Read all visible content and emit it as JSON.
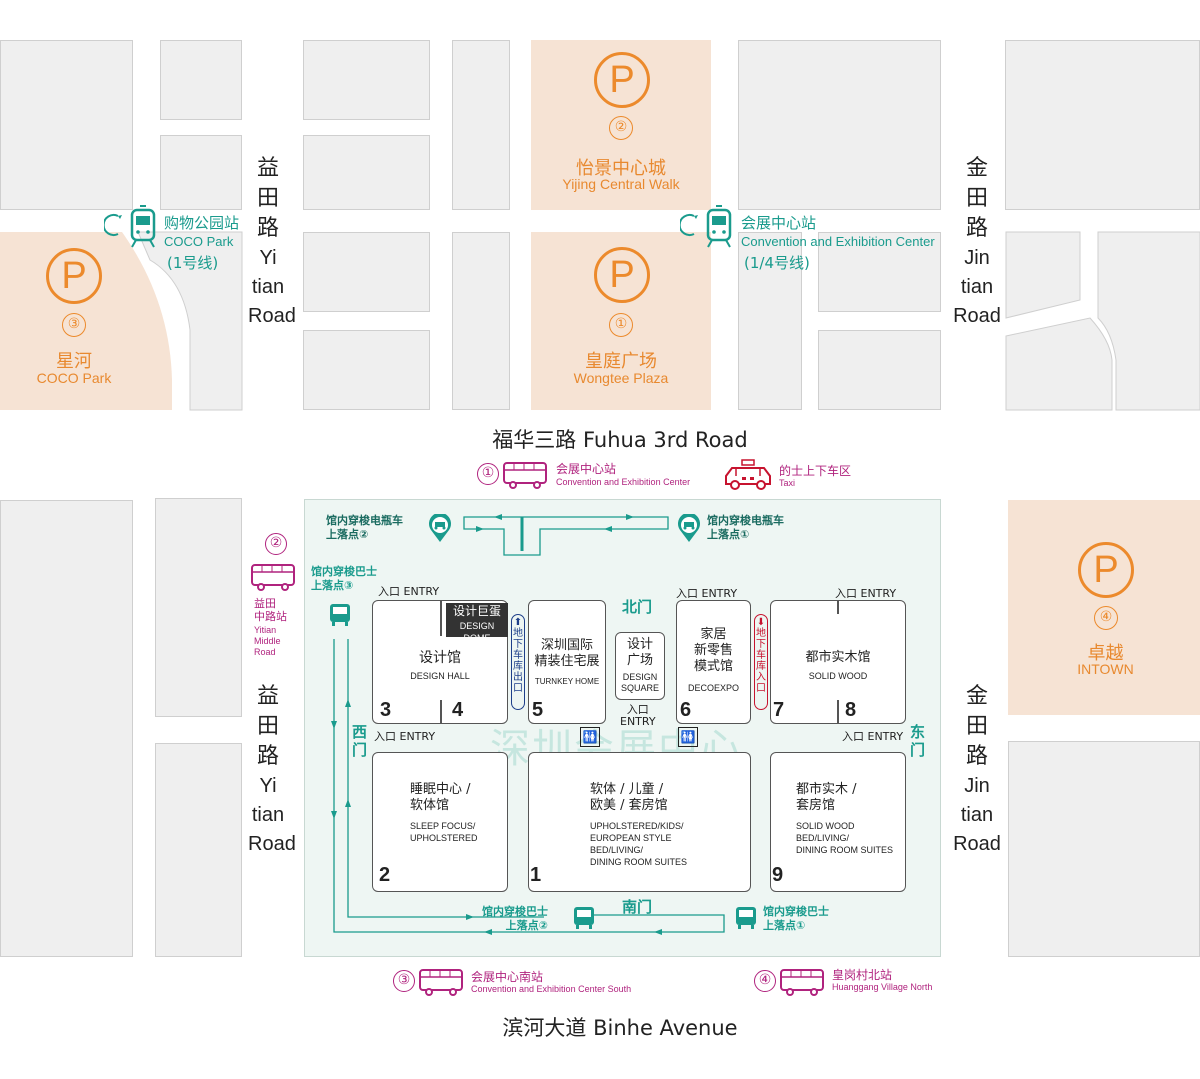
{
  "roads": {
    "fuhua": "福华三路 Fuhua 3rd Road",
    "binhe": "滨河大道 Binhe Avenue",
    "yitian_top": {
      "cn": [
        "益",
        "田",
        "路"
      ],
      "en": [
        "Yi",
        "tian",
        "Road"
      ]
    },
    "yitian_bottom": {
      "cn": [
        "益",
        "田",
        "路"
      ],
      "en": [
        "Yi",
        "tian",
        "Road"
      ]
    },
    "jintian_top": {
      "cn": [
        "金",
        "田",
        "路"
      ],
      "en": [
        "Jin",
        "tian",
        "Road"
      ]
    },
    "jintian_bottom": {
      "cn": [
        "金",
        "田",
        "路"
      ],
      "en": [
        "Jin",
        "tian",
        "Road"
      ]
    }
  },
  "parking": [
    {
      "num": "②",
      "cn": "怡景中心城",
      "en": "Yijing Central Walk"
    },
    {
      "num": "①",
      "cn": "皇庭广场",
      "en": "Wongtee Plaza"
    },
    {
      "num": "③",
      "cn": "星河",
      "en": "COCO Park"
    },
    {
      "num": "④",
      "cn": "卓越",
      "en": "INTOWN"
    }
  ],
  "parking_symbol": "P",
  "metro": [
    {
      "cn": "购物公园站",
      "en": "COCO Park",
      "line": "(1号线)"
    },
    {
      "cn": "会展中心站",
      "en": "Convention and Exhibition Center",
      "line": "(1/4号线)"
    }
  ],
  "bus_stops": [
    {
      "num": "①",
      "cn": "会展中心站",
      "en": "Convention and Exhibition Center"
    },
    {
      "num": "②",
      "cn": "益田\n中路站",
      "en": "Yitian\nMiddle\nRoad"
    },
    {
      "num": "③",
      "cn": "会展中心南站",
      "en": "Convention and Exhibition Center South"
    },
    {
      "num": "④",
      "cn": "皇岗村北站",
      "en": "Huanggang Village North"
    }
  ],
  "taxi": {
    "cn": "的士上下车区",
    "en": "Taxi"
  },
  "shuttle": {
    "ev1": "馆内穿梭电瓶车\n上落点①",
    "ev2": "馆内穿梭电瓶车\n上落点②",
    "bus1": "馆内穿梭巴士\n上落点①",
    "bus2": "馆内穿梭巴士\n上落点②",
    "bus3": "馆内穿梭巴士\n上落点③"
  },
  "gates": {
    "north": "北门",
    "south": "南门",
    "west": "西\n门",
    "east": "东\n门"
  },
  "garage": {
    "exit": "地下车库出口",
    "entrance": "地下车库入口"
  },
  "entry_label": "入口 ENTRY",
  "entry_center": "入口\nENTRY",
  "watermark": "深圳会展中心",
  "halls": {
    "design_dome": {
      "cn": "设计巨蛋",
      "en": "DESIGN DOME"
    },
    "design_hall": {
      "cn": "设计馆",
      "en": "DESIGN HALL"
    },
    "turnkey": {
      "cn": "深圳国际\n精装住宅展",
      "en": "TURNKEY HOME"
    },
    "square": {
      "cn": "设计\n广场",
      "en": "DESIGN\nSQUARE"
    },
    "decoexpo": {
      "cn": "家居\n新零售\n模式馆",
      "en": "DECOEXPO"
    },
    "solidwood": {
      "cn": "都市实木馆",
      "en": "SOLID WOOD"
    },
    "sleep": {
      "cn": "睡眠中心 /\n软体馆",
      "en": "SLEEP FOCUS/\nUPHOLSTERED"
    },
    "upholstered": {
      "cn": "软体 / 儿童 /\n欧美 / 套房馆",
      "en": "UPHOLSTERED/KIDS/\nEUROPEAN STYLE\nBED/LIVING/\nDINING ROOM SUITES"
    },
    "solidwood_suites": {
      "cn": "都市实木 /\n套房馆",
      "en": "SOLID WOOD\nBED/LIVING/\nDINING ROOM SUITES"
    }
  },
  "hall_numbers": [
    "1",
    "2",
    "3",
    "4",
    "5",
    "6",
    "7",
    "8",
    "9"
  ],
  "colors": {
    "orange": "#ec8a2c",
    "teal": "#1a9b8d",
    "magenta": "#b0237e",
    "red": "#c7132f",
    "venue_bg": "#eef6f3",
    "parking_bg": "#f6e3d4"
  }
}
